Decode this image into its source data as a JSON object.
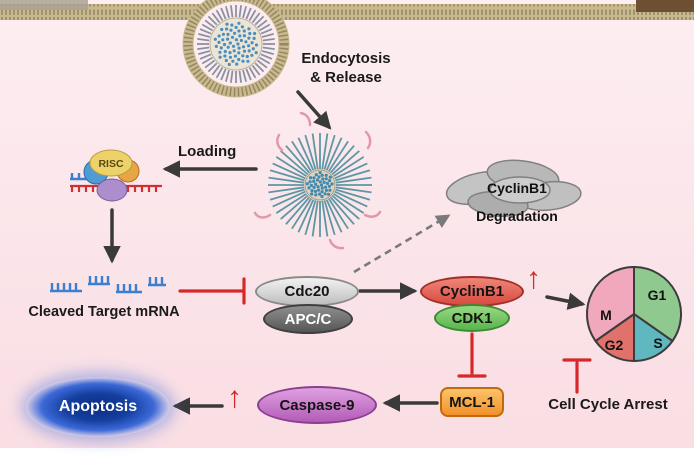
{
  "diagram": {
    "endocytosis1": "Endocytosis",
    "endocytosis2": "& Release",
    "loading": "Loading",
    "risc": "RISC",
    "cleaved_mrna": "Cleaved Target mRNA",
    "deg_protein": "CyclinB1",
    "deg_word": "Degradation",
    "arrest": "Cell Cycle Arrest",
    "up": "↑",
    "nodes": {
      "cdc20": "Cdc20",
      "apcc": "APC/C",
      "cyclinb1": "CyclinB1",
      "cdk1": "CDK1",
      "mcl1": "MCL-1",
      "caspase9": "Caspase-9",
      "apoptosis": "Apoptosis"
    },
    "phases": {
      "g1": "G1",
      "s": "S",
      "g2": "G2",
      "m": "M"
    }
  },
  "colors": {
    "background": "#fce9ec",
    "membrane": "#c9b98f",
    "arrow": "#3a3a3a",
    "inhibition_red": "#d62828",
    "cdc20": "#d9d9d9",
    "apcc": "#6f6f6f",
    "cyclinb1": "#e4574f",
    "cdk1": "#6fc063",
    "mcl1": "#f6a53a",
    "caspase9": "#c273c9",
    "apoptosis": "#123a8c",
    "phase_g1": "#8fc98f",
    "phase_s": "#5fb7bf",
    "phase_g2": "#e0716b",
    "phase_m": "#f2a8bc"
  }
}
